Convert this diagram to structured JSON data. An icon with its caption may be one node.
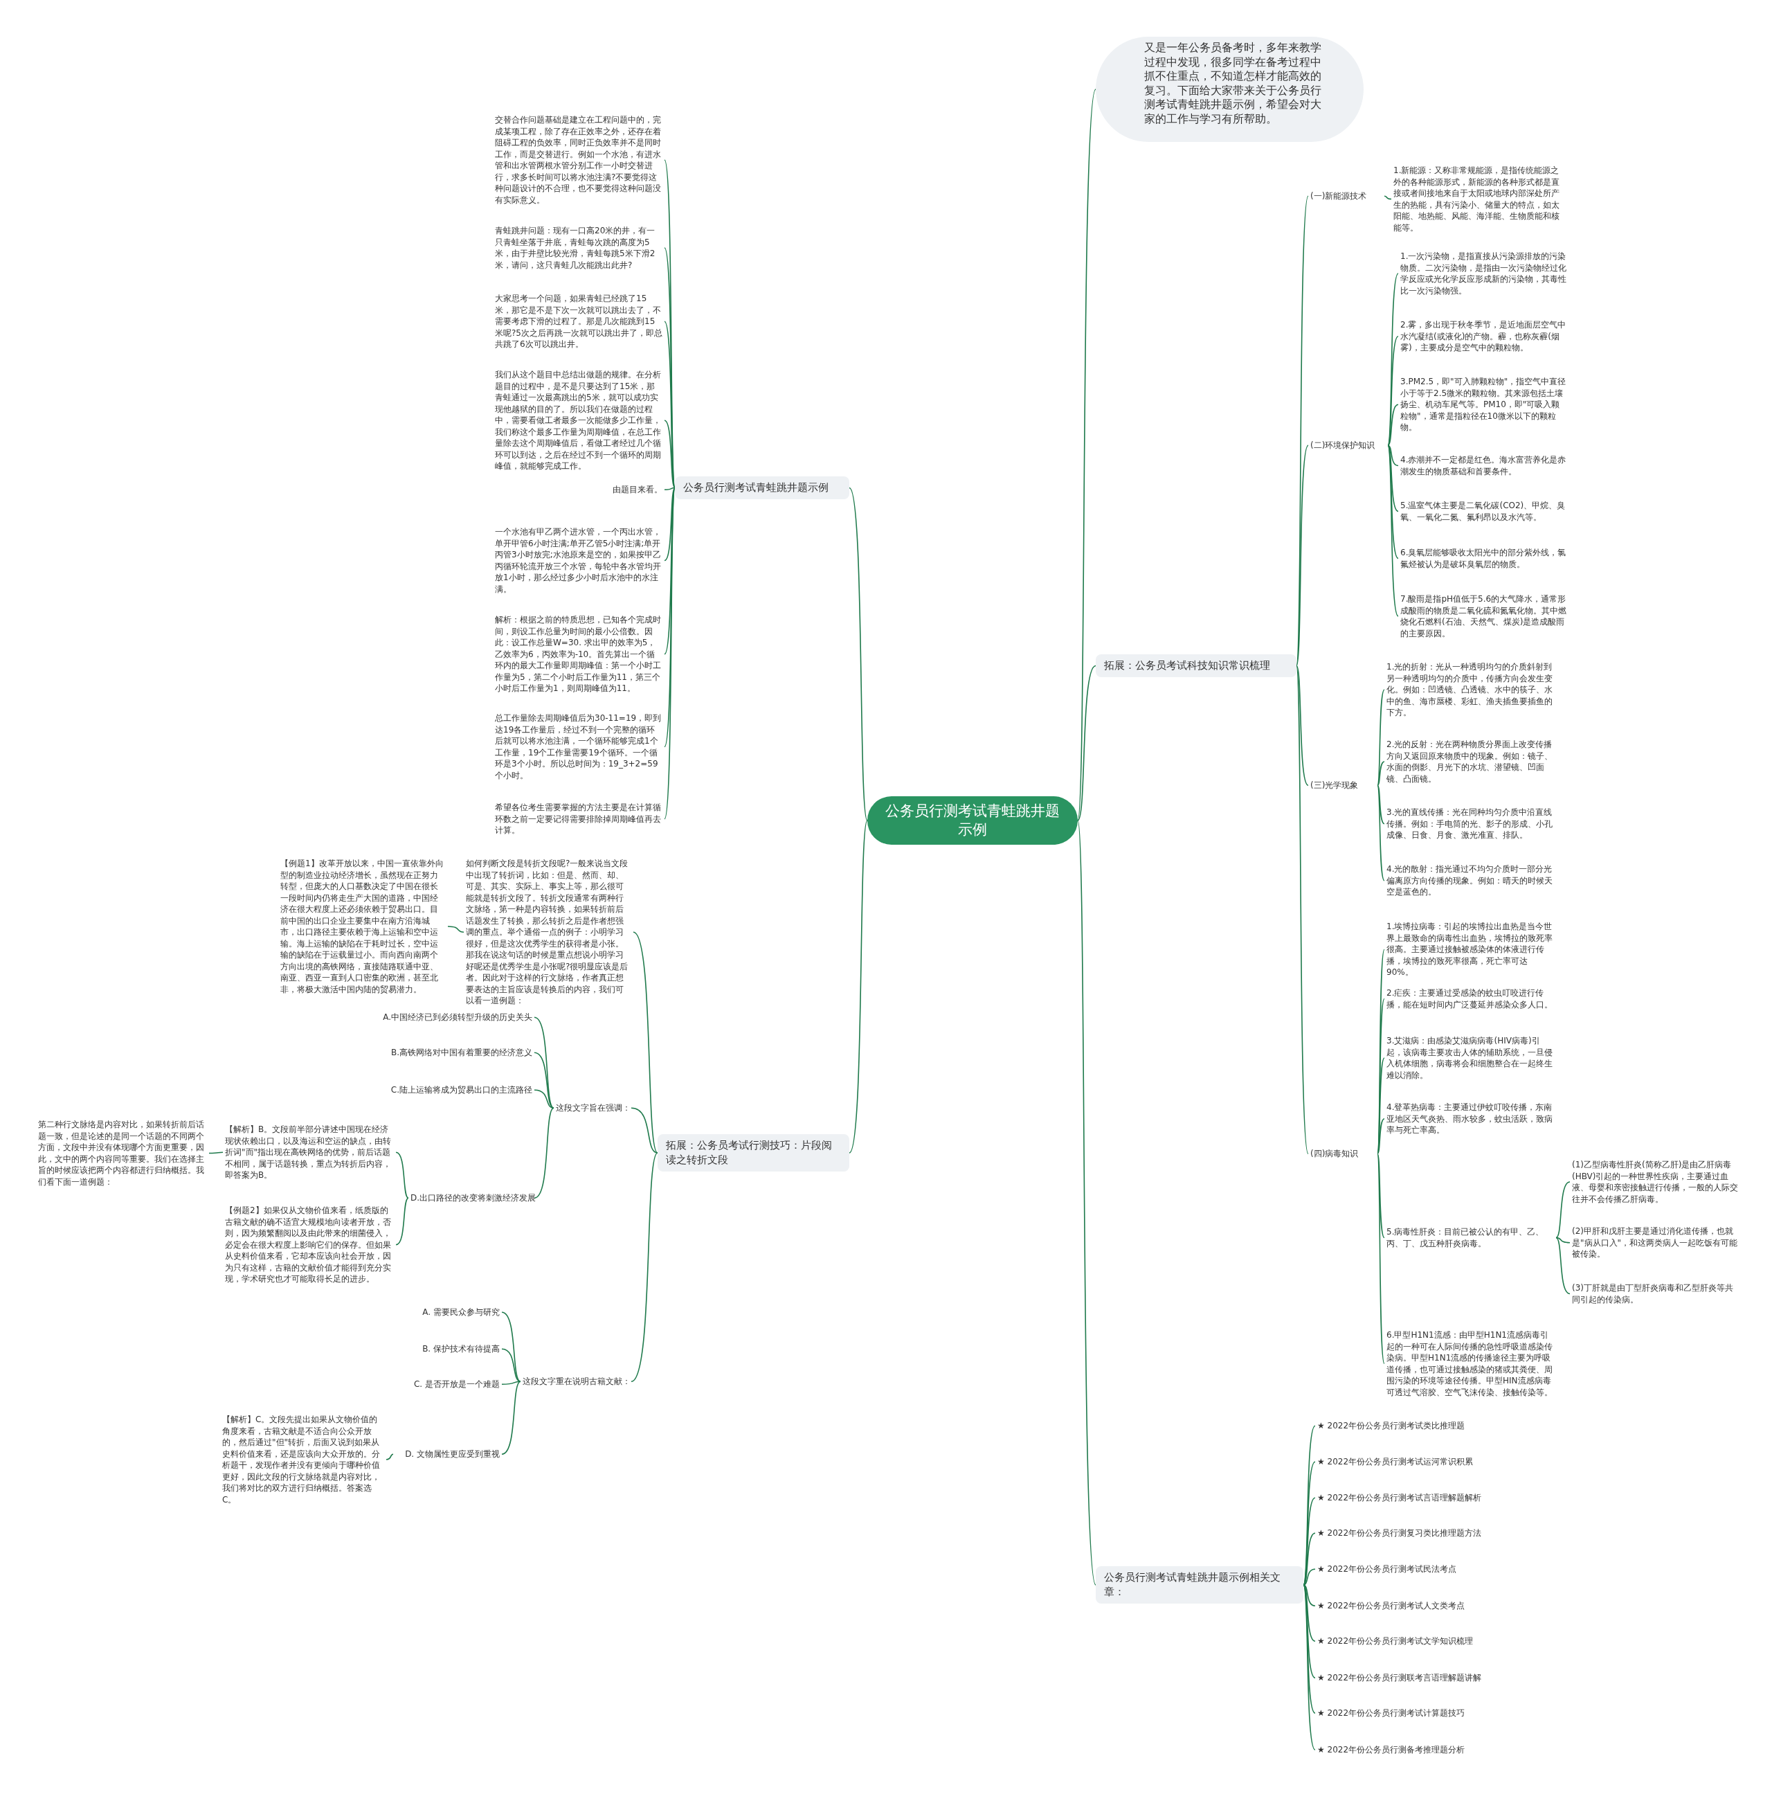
{
  "diagram": {
    "nodes": [
      {
        "text": [
          "公务员行测考试青蛙跳井题示例"
        ]
      },
      {
        "text": [
          "又是一年公务员备考时，多年来教学过程中发现，很多同学在备考过程中抓不住重点，不知道怎样才能高效的复习。下面给大家带来关于公务员行测考试青蛙跳井题示例，希望会对大家的工作与学习有所帮助。"
        ]
      },
      {
        "text": [
          "拓展：公务员考试科技知识常识梳理"
        ]
      },
      {
        "text": [
          "(一)新能源技术"
        ]
      },
      {
        "text": [
          "1.新能源：又称非常规能源，是指传统能源之外的各种能源形式，新能源的各种形式都是直接或者间接地来自于太阳或地球内部深处所产生的热能，具有污染小、储量大的特点，如太阳能、地热能、风能、海洋能、生物质能和核能等。"
        ]
      },
      {
        "text": [
          "(二)环境保护知识"
        ]
      },
      {
        "text": [
          "1.一次污染物，是指直接从污染源排放的污染物质。二次污染物，是指由一次污染物经过化学反应或光化学反应形成新的污染物，其毒性比一次污染物强。"
        ]
      },
      {
        "text": [
          "2.雾，多出现于秋冬季节，是近地面层空气中水汽凝结(或液化)的产物。霾，也称灰霾(烟雾)，主要成分是空气中的颗粒物。"
        ]
      },
      {
        "text": [
          "3.PM2.5，即\"可入肺颗粒物\"，指空气中直径小于等于2.5微米的颗粒物。其来源包括土壤扬尘、机动车尾气等。PM10，即\"可吸入颗粒物\"，通常是指粒径在10微米以下的颗粒物。"
        ]
      },
      {
        "text": [
          "4.赤潮并不一定都是红色。海水富营养化是赤潮发生的物质基础和首要条件。"
        ]
      },
      {
        "text": [
          "5.温室气体主要是二氧化碳(CO2)、甲烷、臭氧、一氧化二氮、氟利昂以及水汽等。"
        ]
      },
      {
        "text": [
          "6.臭氧层能够吸收太阳光中的部分紫外线，氯氟烃被认为是破坏臭氧层的物质。"
        ]
      },
      {
        "text": [
          "7.酸雨是指pH值低于5.6的大气降水，通常形成酸雨的物质是二氧化硫和氮氧化物。其中燃烧化石燃料(石油、天然气、煤炭)是造成酸雨的主要原因。"
        ]
      },
      {
        "text": [
          "(三)光学现象"
        ]
      },
      {
        "text": [
          "1.光的折射：光从一种透明均匀的介质斜射到另一种透明均匀的介质中，传播方向会发生变化。例如：凹透镜、凸透镜、水中的筷子、水中的鱼、海市蜃楼、彩虹、渔夫插鱼要插鱼的下方。"
        ]
      },
      {
        "text": [
          "2.光的反射：光在两种物质分界面上改变传播方向又返回原来物质中的现象。例如：镜子、水面的倒影、月光下的水坑、潜望镜、凹面镜、凸面镜。"
        ]
      },
      {
        "text": [
          "3.光的直线传播：光在同种均匀介质中沿直线传播。例如：手电筒的光、影子的形成、小孔成像、日食、月食、激光准直、排队。"
        ]
      },
      {
        "text": [
          "4.光的散射：指光通过不均匀介质时一部分光偏离原方向传播的现象。例如：晴天的时候天空是蓝色的。"
        ]
      },
      {
        "text": [
          "(四)病毒知识"
        ]
      },
      {
        "text": [
          "1.埃博拉病毒：引起的埃博拉出血热是当今世界上最致命的病毒性出血热，埃博拉的致死率很高。主要通过接触被感染体的体液进行传播，埃博拉的致死率很高，死亡率可达90%。"
        ]
      },
      {
        "text": [
          "2.疟疾：主要通过受感染的蚊虫叮咬进行传播，能在短时间内广泛蔓延并感染众多人口。"
        ]
      },
      {
        "text": [
          "3.艾滋病：由感染艾滋病病毒(HIV病毒)引起，该病毒主要攻击人体的辅助系统，一旦侵入机体细胞，病毒将会和细胞整合在一起终生难以消除。"
        ]
      },
      {
        "text": [
          "4.登革热病毒：主要通过伊蚊叮咬传播，东南亚地区天气炎热、雨水较多，蚊虫活跃，致病率与死亡率高。"
        ]
      },
      {
        "text": [
          "5.病毒性肝炎：目前已被公认的有甲、乙、丙、丁、戊五种肝炎病毒。"
        ]
      },
      {
        "text": [
          "6.甲型H1N1流感：由甲型H1N1流感病毒引起的一种可在人际间传播的急性呼吸道感染传染病。甲型H1N1流感的传播途径主要为呼吸道传播，也可通过接触感染的猪或其粪便、周围污染的环境等途径传播。甲型HIN流感病毒可透过气溶胶、空气飞沫传染、接触传染等。"
        ]
      },
      {
        "text": [
          "(1)乙型病毒性肝炎(简称乙肝)是由乙肝病毒(HBV)引起的一种世界性疾病，主要通过血液、母婴和亲密接触进行传播，一般的人际交往并不会传播乙肝病毒。"
        ]
      },
      {
        "text": [
          "(2)甲肝和戊肝主要是通过消化道传播，也就是\"病从口入\"，和这两类病人一起吃饭有可能被传染。"
        ]
      },
      {
        "text": [
          "(3)丁肝就是由丁型肝炎病毒和乙型肝炎等共同引起的传染病。"
        ]
      },
      {
        "text": [
          "公务员行测考试青蛙跳井题示例相关文章："
        ]
      },
      {
        "text": [
          "★ 2022年份公务员行测考试类比推理题"
        ]
      },
      {
        "text": [
          "★ 2022年份公务员行测考试运河常识积累"
        ]
      },
      {
        "text": [
          "★ 2022年份公务员行测考试言语理解题解析"
        ]
      },
      {
        "text": [
          "★ 2022年份公务员行测复习类比推理题方法"
        ]
      },
      {
        "text": [
          "★ 2022年份公务员行测考试民法考点"
        ]
      },
      {
        "text": [
          "★ 2022年份公务员行测考试人文类考点"
        ]
      },
      {
        "text": [
          "★ 2022年份公务员行测考试文学知识梳理"
        ]
      },
      {
        "text": [
          "★ 2022年份公务员行测联考言语理解题讲解"
        ]
      },
      {
        "text": [
          "★ 2022年份公务员行测考试计算题技巧"
        ]
      },
      {
        "text": [
          "★ 2022年份公务员行测备考推理题分析"
        ]
      },
      {
        "text": [
          "公务员行测考试青蛙跳井题示例"
        ]
      },
      {
        "text": [
          "交替合作问题基础是建立在工程问题中的，完成某项工程，除了存在正效率之外，还存在着阻碍工程的负效率，同时正负效率并不是同时工作，而是交替进行。例如一个水池，有进水管和出水管两根水管分别工作一小时交替进行，求多长时间可以将水池注满?不要觉得这种问题设计的不合理，也不要觉得这种问题没有实际意义。"
        ]
      },
      {
        "text": [
          "青蛙跳井问题：现有一口高20米的井，有一只青蛙坐落于井底，青蛙每次跳的高度为5米，由于井壁比较光滑，青蛙每跳5米下滑2米，请问，这只青蛙几次能跳出此井?"
        ]
      },
      {
        "text": [
          "大家思考一个问题，如果青蛙已经跳了15米，那它是不是下次一次就可以跳出去了，不需要考虑下滑的过程了。那是几次能跳到15米呢?5次之后再跳一次就可以跳出井了，即总共跳了6次可以跳出井。"
        ]
      },
      {
        "text": [
          "我们从这个题目中总结出做题的规律。在分析题目的过程中，是不是只要达到了15米，那青蛙通过一次最高跳出的5米，就可以成功实现他越狱的目的了。所以我们在做题的过程中，需要看做工者最多一次能做多少工作量，我们称这个最多工作量为周期峰值，在总工作量除去这个周期峰值后，看做工者经过几个循环可以到达，之后在经过不到一个循环的周期峰值，就能够完成工作。"
        ]
      },
      {
        "text": [
          "由题目来看。"
        ]
      },
      {
        "text": [
          "一个水池有甲乙两个进水管，一个丙出水管，单开甲管6小时注满;单开乙管5小时注满;单开丙管3小时放完;水池原来是空的，如果按甲乙丙循环轮流开放三个水管，每轮中各水管均开放1小时，那么经过多少小时后水池中的水注满。"
        ]
      },
      {
        "text": [
          "解析：根据之前的特质思想，已知各个完成时间，则设工作总量为时间的最小公倍数。因此：设工作总量W=30. 求出甲的效率为5，乙效率为6，丙效率为-10。首先算出一个循环内的最大工作量即周期峰值：第一个小时工作量为5，第二个小时后工作量为11，第三个小时后工作量为1，则周期峰值为11。"
        ]
      },
      {
        "text": [
          "总工作量除去周期峰值后为30-11=19，即到达19各工作量后，经过不到一个完整的循环后就可以将水池注满，一个循环能够完成1个工作量，19个工作量需要19个循环。一个循环是3个小时。所以总时间为：19_3+2=59个小时。"
        ]
      },
      {
        "text": [
          "希望各位考生需要掌握的方法主要是在计算循环数之前一定要记得需要排除掉周期峰值再去计算。"
        ]
      },
      {
        "text": [
          "拓展：公务员考试行测技巧：片段阅读之转折文段"
        ]
      },
      {
        "text": [
          "如何判断文段是转折文段呢?一般来说当文段中出现了转折词，比如：但是、然而、却、可是、其实、实际上、事实上等，那么很可能就是转折文段了。转折文段通常有两种行文脉络，第一种是内容转换，如果转折前后话题发生了转换，那么转折之后是作者想强调的重点。举个通俗一点的例子：小明学习很好，但是这次优秀学生的获得者是小张。那我在说这句话的时候是重点想说小明学习好呢还是优秀学生是小张呢?很明显应该是后者。因此对于这样的行文脉络，作者真正想要表达的主旨应该是转换后的内容，我们可以看一道例题："
        ]
      },
      {
        "text": [
          "【例题1】改革开放以来，中国一直依靠外向型的制造业拉动经济增长，虽然现在正努力转型，但庞大的人口基数决定了中国在很长一段时间内仍将走生产大国的道路，中国经济在很大程度上还必须依赖于贸易出口。目前中国的出口企业主要集中在南方沿海城市，出口路径主要依赖于海上运输和空中运输。海上运输的缺陷在于耗时过长，空中运输的缺陷在于运载量过小。而向西向南两个方向出境的高铁网络，直接陆路联通中亚、南亚、西亚一直到人口密集的欧洲，甚至北非，将极大激活中国内陆的贸易潜力。"
        ]
      },
      {
        "text": [
          "这段文字旨在强调："
        ]
      },
      {
        "text": [
          "A.中国经济已到必须转型升级的历史关头"
        ]
      },
      {
        "text": [
          "B.高铁网络对中国有着重要的经济意义"
        ]
      },
      {
        "text": [
          "C.陆上运输将成为贸易出口的主流路径"
        ]
      },
      {
        "text": [
          "D.出口路径的改变将刺激经济发展"
        ]
      },
      {
        "text": [
          "【解析】B。文段前半部分讲述中国现在经济现状依赖出口，以及海运和空运的缺点，由转折词\"而\"指出现在高铁网络的优势，前后话题不相同，属于话题转换，重点为转折后内容，即答案为B。"
        ]
      },
      {
        "text": [
          "【例题2】如果仅从文物价值来看，纸质版的古籍文献的确不适宜大规模地向读者开放，否则，因为频繁翻阅以及由此带来的细菌侵入，必定会在很大程度上影响它们的保存。但如果从史料价值来看，它却本应该向社会开放，因为只有这样，古籍的文献价值才能得到充分实现，学术研究也才可能取得长足的进步。"
        ]
      },
      {
        "text": [
          "第二种行文脉络是内容对比，如果转折前后话题一致，但是论述的是同一个话题的不同两个方面，文段中并没有体现哪个方面更重要，因此，文中的两个内容同等重要。我们在选择主旨的时候应该把两个内容都进行归纳概括。我们看下面一道例题："
        ]
      },
      {
        "text": [
          "这段文字重在说明古籍文献："
        ]
      },
      {
        "text": [
          "A. 需要民众参与研究"
        ]
      },
      {
        "text": [
          "B. 保护技术有待提高"
        ]
      },
      {
        "text": [
          "C. 是否开放是一个难题"
        ]
      },
      {
        "text": [
          "D. 文物属性更应受到重视"
        ]
      },
      {
        "text": [
          "【解析】C。文段先提出如果从文物价值的角度来看，古籍文献是不适合向公众开放的，然后通过\"但\"转折，后面又说到如果从史料价值来看，还是应该向大众开放的。分析题干，发现作者并没有更倾向于哪种价值更好，因此文段的行文脉络就是内容对比，我们将对比的双方进行归纳概括。答案选C。"
        ]
      }
    ],
    "edges": [
      {
        "from": 0,
        "to": 1,
        "arrow": "none"
      },
      {
        "from": 0,
        "to": 2,
        "arrow": "none"
      },
      {
        "from": 2,
        "to": 3,
        "arrow": "none"
      },
      {
        "from": 3,
        "to": 4,
        "arrow": "none"
      },
      {
        "from": 2,
        "to": 5,
        "arrow": "none"
      },
      {
        "from": 5,
        "to": 6,
        "arrow": "none"
      },
      {
        "from": 5,
        "to": 7,
        "arrow": "none"
      },
      {
        "from": 5,
        "to": 8,
        "arrow": "none"
      },
      {
        "from": 5,
        "to": 9,
        "arrow": "none"
      },
      {
        "from": 5,
        "to": 10,
        "arrow": "none"
      },
      {
        "from": 5,
        "to": 11,
        "arrow": "none"
      },
      {
        "from": 5,
        "to": 12,
        "arrow": "none"
      },
      {
        "from": 2,
        "to": 13,
        "arrow": "none"
      },
      {
        "from": 13,
        "to": 14,
        "arrow": "none"
      },
      {
        "from": 13,
        "to": 15,
        "arrow": "none"
      },
      {
        "from": 13,
        "to": 16,
        "arrow": "none"
      },
      {
        "from": 13,
        "to": 17,
        "arrow": "none"
      },
      {
        "from": 2,
        "to": 18,
        "arrow": "none"
      },
      {
        "from": 18,
        "to": 19,
        "arrow": "none"
      },
      {
        "from": 18,
        "to": 20,
        "arrow": "none"
      },
      {
        "from": 18,
        "to": 21,
        "arrow": "none"
      },
      {
        "from": 18,
        "to": 22,
        "arrow": "none"
      },
      {
        "from": 18,
        "to": 23,
        "arrow": "none"
      },
      {
        "from": 18,
        "to": 24,
        "arrow": "none"
      },
      {
        "from": 23,
        "to": 25,
        "arrow": "none"
      },
      {
        "from": 23,
        "to": 26,
        "arrow": "none"
      },
      {
        "from": 23,
        "to": 27,
        "arrow": "none"
      },
      {
        "from": 0,
        "to": 28,
        "arrow": "none"
      },
      {
        "from": 28,
        "to": 29,
        "arrow": "none"
      },
      {
        "from": 28,
        "to": 30,
        "arrow": "none"
      },
      {
        "from": 28,
        "to": 31,
        "arrow": "none"
      },
      {
        "from": 28,
        "to": 32,
        "arrow": "none"
      },
      {
        "from": 28,
        "to": 33,
        "arrow": "none"
      },
      {
        "from": 28,
        "to": 34,
        "arrow": "none"
      },
      {
        "from": 28,
        "to": 35,
        "arrow": "none"
      },
      {
        "from": 28,
        "to": 36,
        "arrow": "none"
      },
      {
        "from": 28,
        "to": 37,
        "arrow": "none"
      },
      {
        "from": 28,
        "to": 38,
        "arrow": "none"
      },
      {
        "from": 0,
        "to": 39,
        "arrow": "none"
      },
      {
        "from": 39,
        "to": 40,
        "arrow": "none"
      },
      {
        "from": 39,
        "to": 41,
        "arrow": "none"
      },
      {
        "from": 39,
        "to": 42,
        "arrow": "none"
      },
      {
        "from": 39,
        "to": 43,
        "arrow": "none"
      },
      {
        "from": 39,
        "to": 44,
        "arrow": "none"
      },
      {
        "from": 39,
        "to": 45,
        "arrow": "none"
      },
      {
        "from": 39,
        "to": 46,
        "arrow": "none"
      },
      {
        "from": 39,
        "to": 47,
        "arrow": "none"
      },
      {
        "from": 39,
        "to": 48,
        "arrow": "none"
      },
      {
        "from": 0,
        "to": 49,
        "arrow": "none"
      },
      {
        "from": 49,
        "to": 50,
        "arrow": "none"
      },
      {
        "from": 50,
        "to": 51,
        "arrow": "none"
      },
      {
        "from": 49,
        "to": 52,
        "arrow": "none"
      },
      {
        "from": 52,
        "to": 53,
        "arrow": "none"
      },
      {
        "from": 52,
        "to": 54,
        "arrow": "none"
      },
      {
        "from": 52,
        "to": 55,
        "arrow": "none"
      },
      {
        "from": 52,
        "to": 56,
        "arrow": "none"
      },
      {
        "from": 56,
        "to": 57,
        "arrow": "none"
      },
      {
        "from": 56,
        "to": 58,
        "arrow": "none"
      },
      {
        "from": 57,
        "to": 59,
        "arrow": "none"
      },
      {
        "from": 49,
        "to": 60,
        "arrow": "none"
      },
      {
        "from": 60,
        "to": 61,
        "arrow": "none"
      },
      {
        "from": 60,
        "to": 62,
        "arrow": "none"
      },
      {
        "from": 60,
        "to": 63,
        "arrow": "none"
      },
      {
        "from": 60,
        "to": 64,
        "arrow": "none"
      },
      {
        "from": 64,
        "to": 65,
        "arrow": "none"
      }
    ]
  }
}
